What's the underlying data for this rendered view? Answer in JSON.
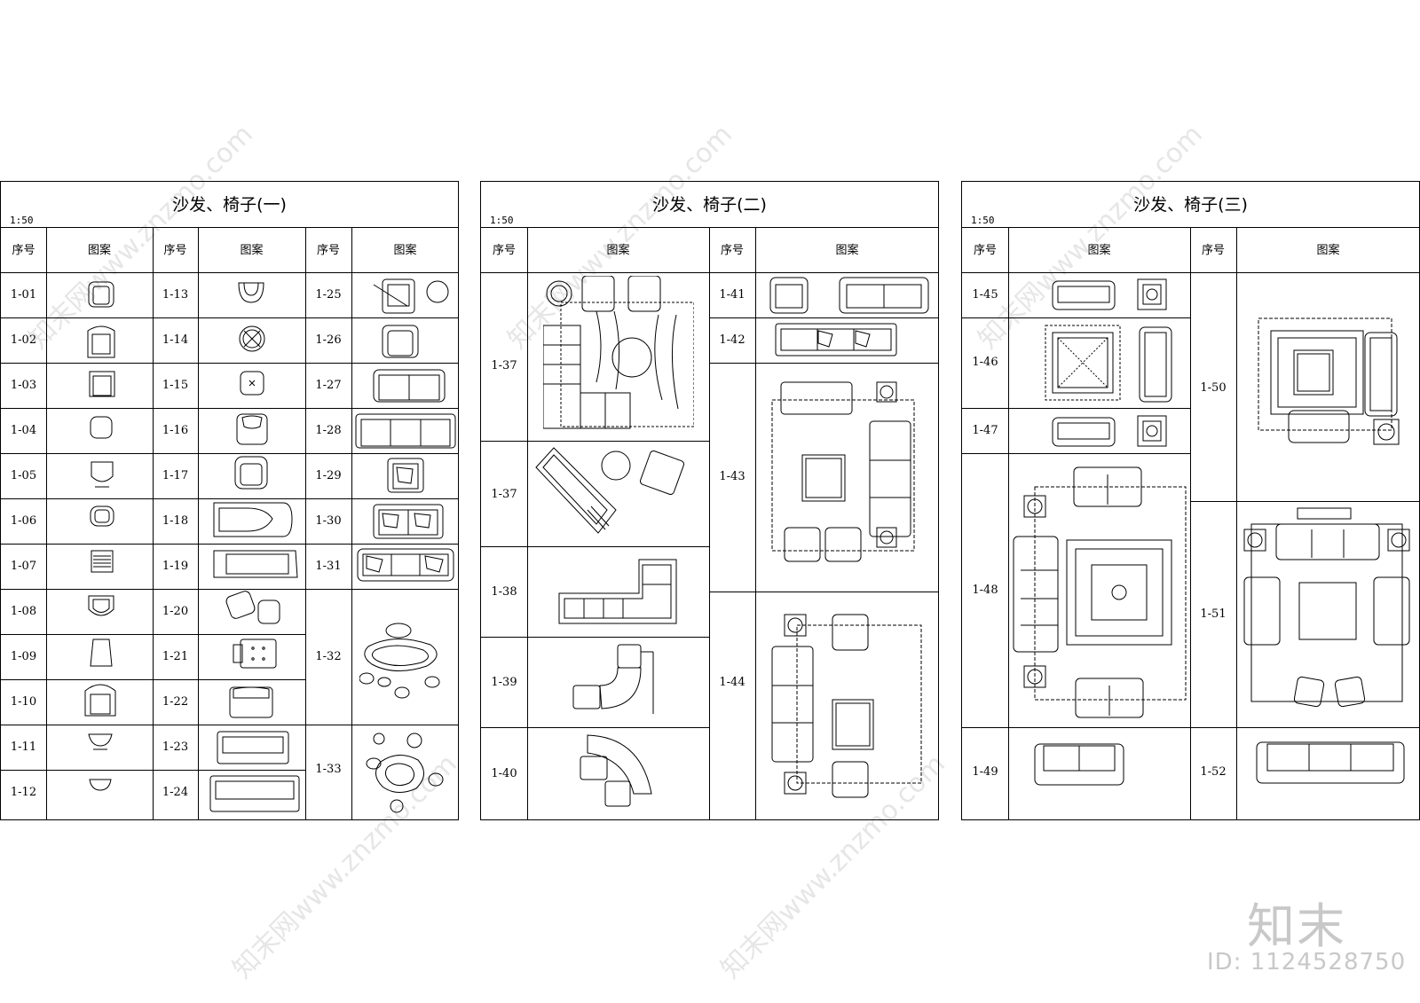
{
  "sheets": [
    {
      "title": "沙发、椅子(一)",
      "scale": "1:50",
      "col_no": "序号",
      "col_pattern": "图案"
    },
    {
      "title": "沙发、椅子(二)",
      "scale": "1:50",
      "col_no": "序号",
      "col_pattern": "图案"
    },
    {
      "title": "沙发、椅子(三)",
      "scale": "1:50",
      "col_no": "序号",
      "col_pattern": "图案"
    }
  ],
  "sheet1": {
    "a": [
      "1-01",
      "1-02",
      "1-03",
      "1-04",
      "1-05",
      "1-06",
      "1-07",
      "1-08",
      "1-09",
      "1-10",
      "1-11",
      "1-12"
    ],
    "b": [
      "1-13",
      "1-14",
      "1-15",
      "1-16",
      "1-17",
      "1-18",
      "1-19",
      "1-20",
      "1-21",
      "1-22",
      "1-23",
      "1-24"
    ],
    "c": [
      "1-25",
      "1-26",
      "1-27",
      "1-28",
      "1-29",
      "1-30",
      "1-31",
      "1-32",
      "1-33"
    ]
  },
  "sheet2": {
    "a": [
      "1-37",
      "1-37",
      "1-38",
      "1-39",
      "1-40"
    ],
    "b": [
      "1-41",
      "1-42",
      "1-43",
      "1-44"
    ]
  },
  "sheet3": {
    "a": [
      "1-45",
      "1-46",
      "1-47",
      "1-48",
      "1-49"
    ],
    "b": [
      "1-50",
      "1-51",
      "1-52"
    ]
  },
  "watermark": {
    "logo": "知末",
    "id": "ID: 1124528750",
    "site": "知末网www.znzmo.com"
  }
}
